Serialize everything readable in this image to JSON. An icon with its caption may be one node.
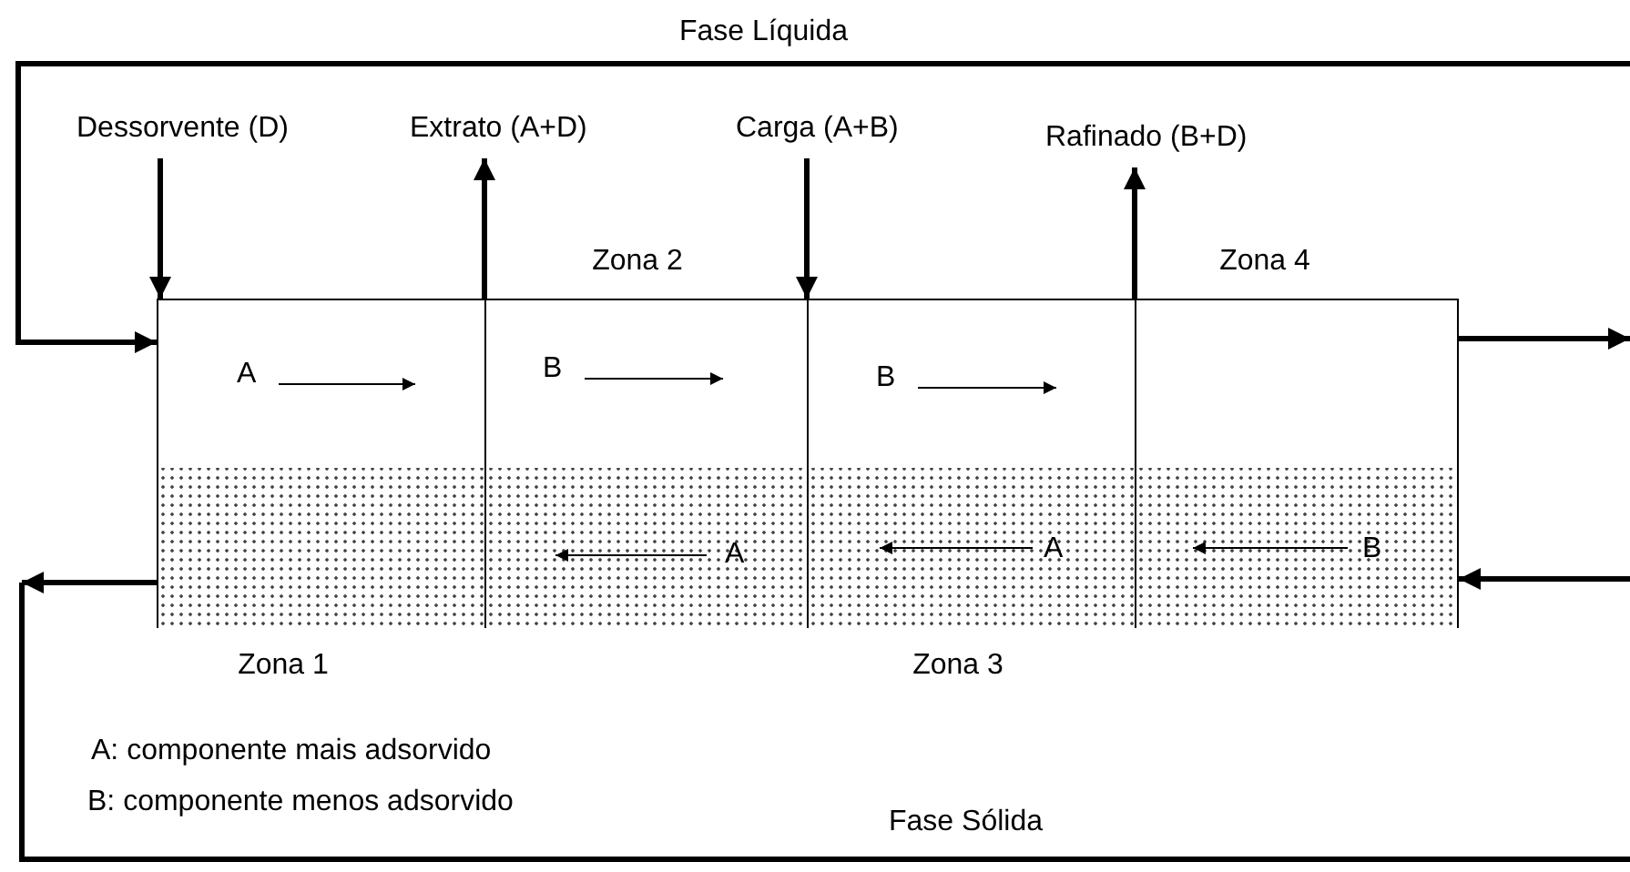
{
  "diagram": {
    "nodes": [
      {
        "text": [
          "Dessorvente (D)"
        ]
      },
      {
        "text": [
          "Extrato (A+D)"
        ]
      },
      {
        "text": [
          "Carga (A+B)"
        ]
      },
      {
        "text": [
          "Rafinado (B+D)"
        ]
      },
      {
        "text": [
          "Zona 1"
        ]
      },
      {
        "text": [
          "Zona 2"
        ]
      },
      {
        "text": [
          "Zona 3"
        ]
      },
      {
        "text": [
          "Zona 4"
        ]
      }
    ],
    "edges": [
      {
        "from": 0,
        "to": 4,
        "arrow": "to"
      },
      {
        "from": 4,
        "to": 1,
        "arrow": "to"
      },
      {
        "from": 2,
        "to": 6,
        "arrow": "to"
      },
      {
        "from": 6,
        "to": 3,
        "arrow": "to"
      },
      {
        "from": null,
        "to": 4,
        "arrow": "to"
      },
      {
        "from": 7,
        "to": null,
        "arrow": "to"
      },
      {
        "from": null,
        "to": 7,
        "arrow": "to"
      },
      {
        "from": 4,
        "to": null,
        "arrow": "to"
      }
    ],
    "labels": [
      "Fase Líquida",
      "A",
      "B",
      "B",
      "A",
      "A",
      "B",
      "A: componente mais adsorvido",
      "B: componente menos adsorvido",
      "Fase Sólida"
    ]
  }
}
